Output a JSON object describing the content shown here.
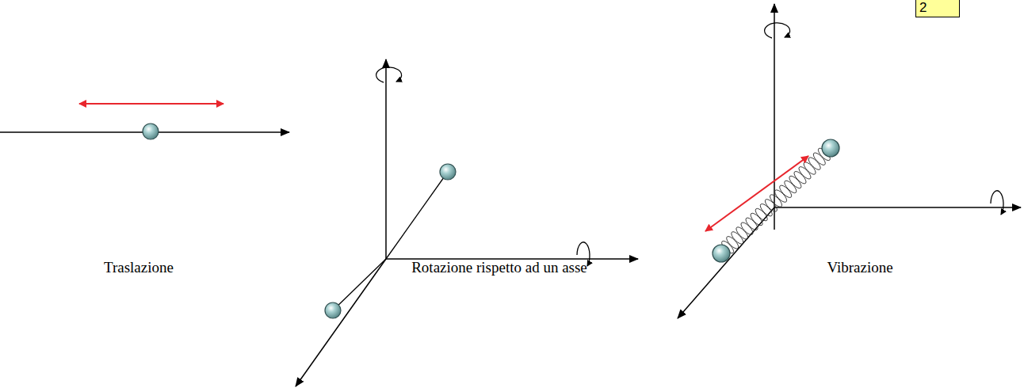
{
  "diagram": {
    "nodes": [
      {
        "text": [
          "2"
        ]
      }
    ],
    "labels": [
      "Traslazione",
      "Rotazione rispetto ad un asse",
      "Vibrazione"
    ]
  }
}
